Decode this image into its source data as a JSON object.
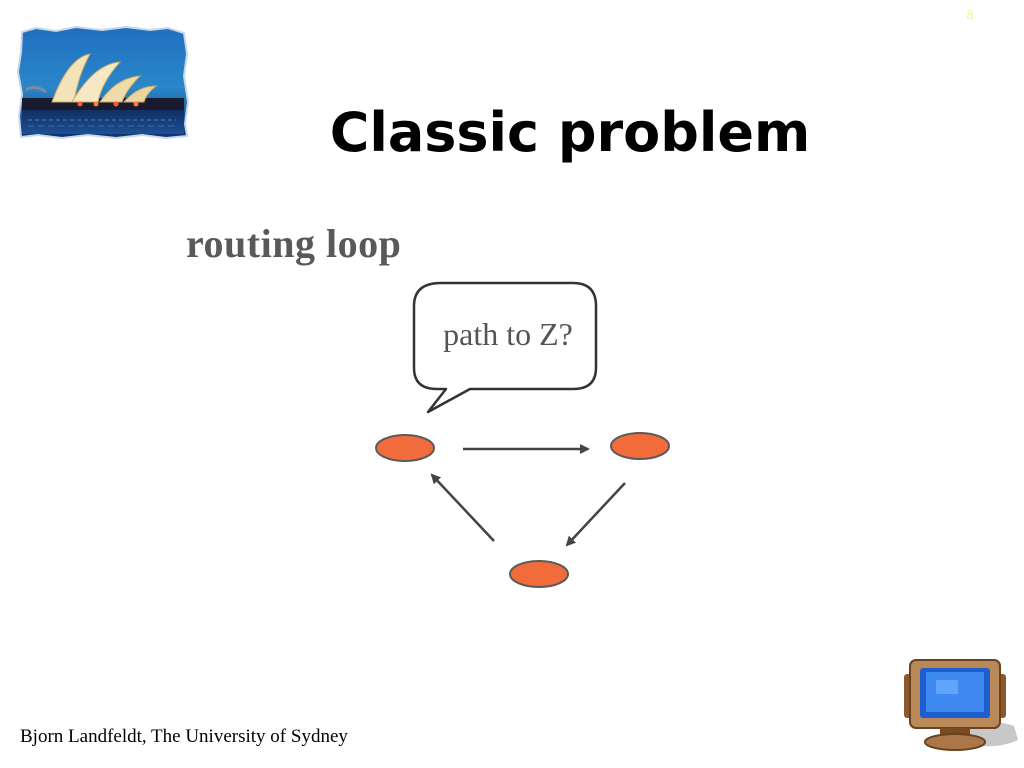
{
  "slide": {
    "number": "8",
    "title": "Classic problem",
    "footer": "Bjorn Landfeldt, The University of Sydney"
  },
  "diagram": {
    "label": "routing loop",
    "bubble_text": "path to Z?",
    "nodes": [
      {
        "id": "left"
      },
      {
        "id": "right"
      },
      {
        "id": "bottom"
      }
    ],
    "edges": [
      {
        "from": "left",
        "to": "right"
      },
      {
        "from": "right",
        "to": "bottom"
      },
      {
        "from": "bottom",
        "to": "left"
      }
    ]
  },
  "icons": {
    "logo": "sydney-opera-house-logo-icon",
    "corner": "computer-monitor-icon"
  },
  "colors": {
    "node_fill": "#F26B3A",
    "node_stroke": "#5a5a5a",
    "arrow": "#444444",
    "slide_number": "#f2ee9c",
    "title": "#000000",
    "label": "#595959"
  }
}
